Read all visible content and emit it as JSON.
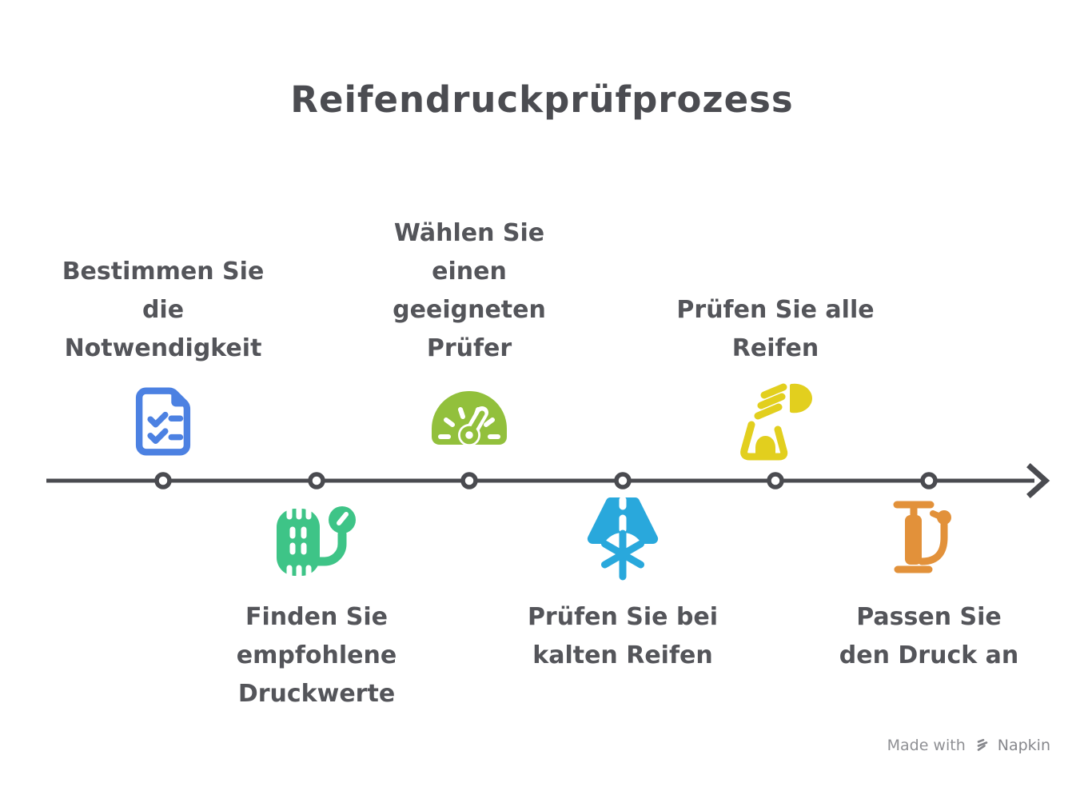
{
  "title": "Reifendruckprüfprozess",
  "steps": [
    {
      "label": "Bestimmen Sie\ndie\nNotwendigkeit",
      "icon": "checklist-document-icon",
      "color": "#4C81E2",
      "position": "above"
    },
    {
      "label": "Finden Sie\nempfohlene\nDruckwerte",
      "icon": "tire-pressure-gauge-icon",
      "color": "#3EC487",
      "position": "below"
    },
    {
      "label": "Wählen Sie\neinen\ngeeigneten\nPrüfer",
      "icon": "speedometer-icon",
      "color": "#92C03C",
      "position": "above"
    },
    {
      "label": "Prüfen Sie bei\nkalten Reifen",
      "icon": "cold-road-snowflake-icon",
      "color": "#29A8DC",
      "position": "below"
    },
    {
      "label": "Prüfen Sie alle\nReifen",
      "icon": "headlight-beam-icon",
      "color": "#E2CF1E",
      "position": "above"
    },
    {
      "label": "Passen Sie\nden Druck an",
      "icon": "air-pump-icon",
      "color": "#E2913A",
      "position": "below"
    }
  ],
  "timeline": {
    "node_count": 6,
    "line_color": "#4A4B50"
  },
  "footer": {
    "made_with": "Made with",
    "brand": "Napkin"
  }
}
